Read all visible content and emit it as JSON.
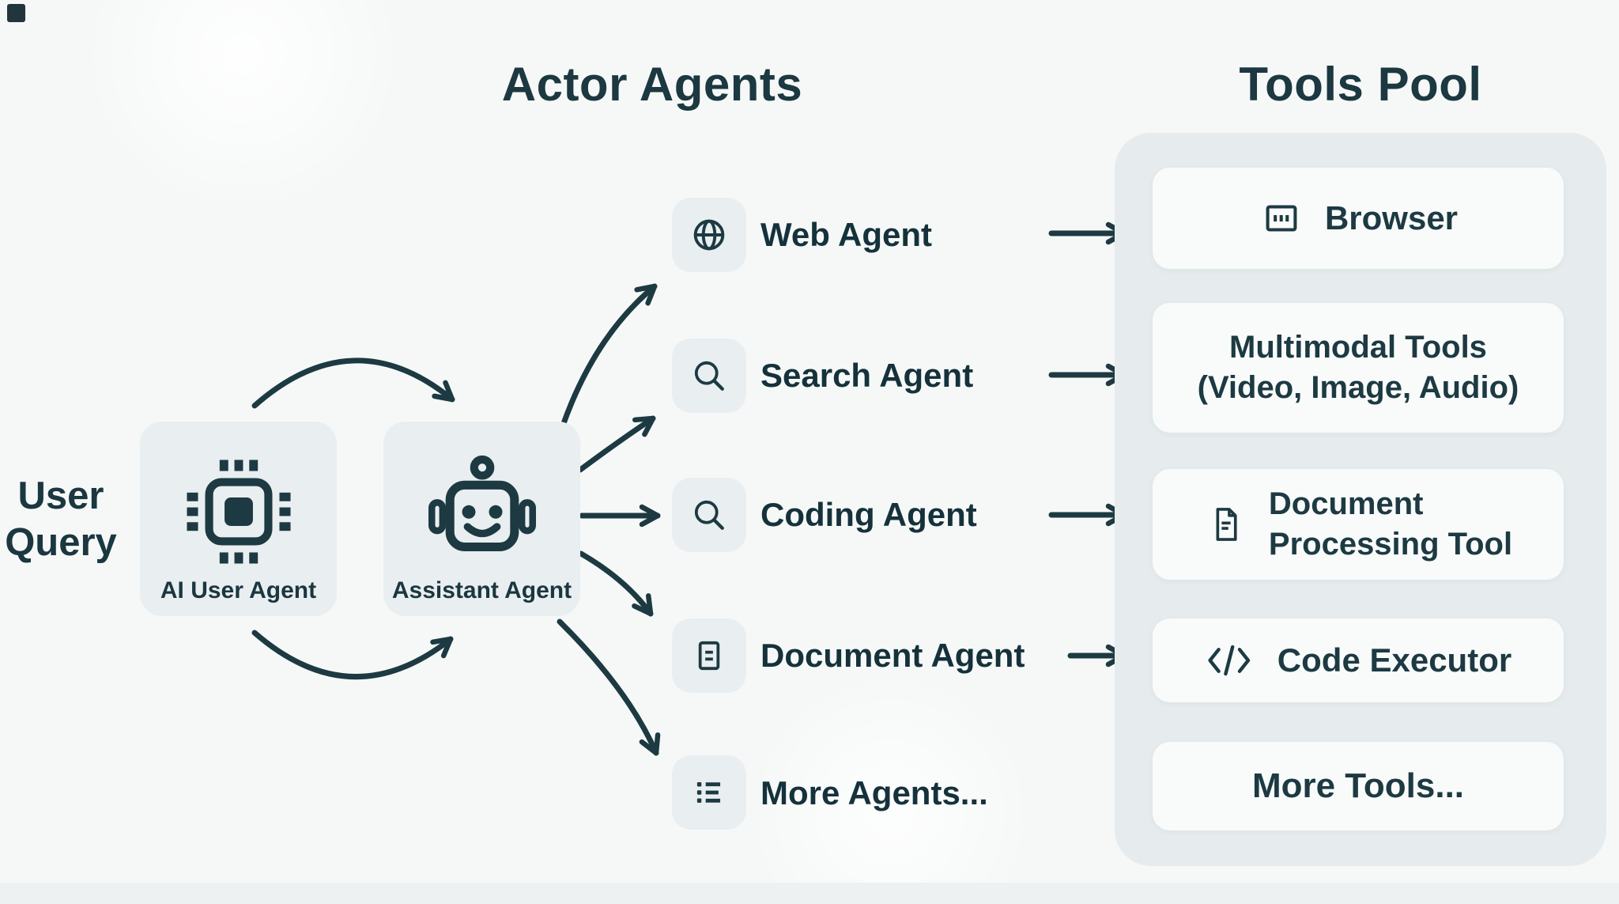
{
  "titles": {
    "actor_agents": "Actor Agents",
    "tools_pool": "Tools Pool"
  },
  "user_query": {
    "line1": "User",
    "line2": "Query"
  },
  "core_agents": {
    "ai_user": {
      "label": "AI User Agent",
      "icon": "cpu-chip-icon"
    },
    "assistant": {
      "label": "Assistant Agent",
      "icon": "robot-face-icon"
    }
  },
  "actor_agents": [
    {
      "label": "Web Agent",
      "icon": "globe-icon"
    },
    {
      "label": "Search Agent",
      "icon": "magnifier-icon"
    },
    {
      "label": "Coding Agent",
      "icon": "magnifier-icon"
    },
    {
      "label": "Document Agent",
      "icon": "document-lines-icon"
    },
    {
      "label": "More Agents...",
      "icon": "bullet-list-icon"
    }
  ],
  "tools": [
    {
      "label": "Browser",
      "icon": "browser-window-icon"
    },
    {
      "label": "Multimodal Tools",
      "sublabel": "(Video, Image, Audio)"
    },
    {
      "label": "Document",
      "sublabel": "Processing Tool",
      "icon": "file-text-icon"
    },
    {
      "label": "Code Executor",
      "icon": "code-brackets-icon"
    },
    {
      "label": "More Tools..."
    }
  ],
  "colors": {
    "ink": "#1d3a42",
    "page_bg": "#f6f8f8",
    "panel_bg": "#e6eced",
    "tile_bg": "#e9eef0",
    "card_bg": "#f9fbfb"
  }
}
